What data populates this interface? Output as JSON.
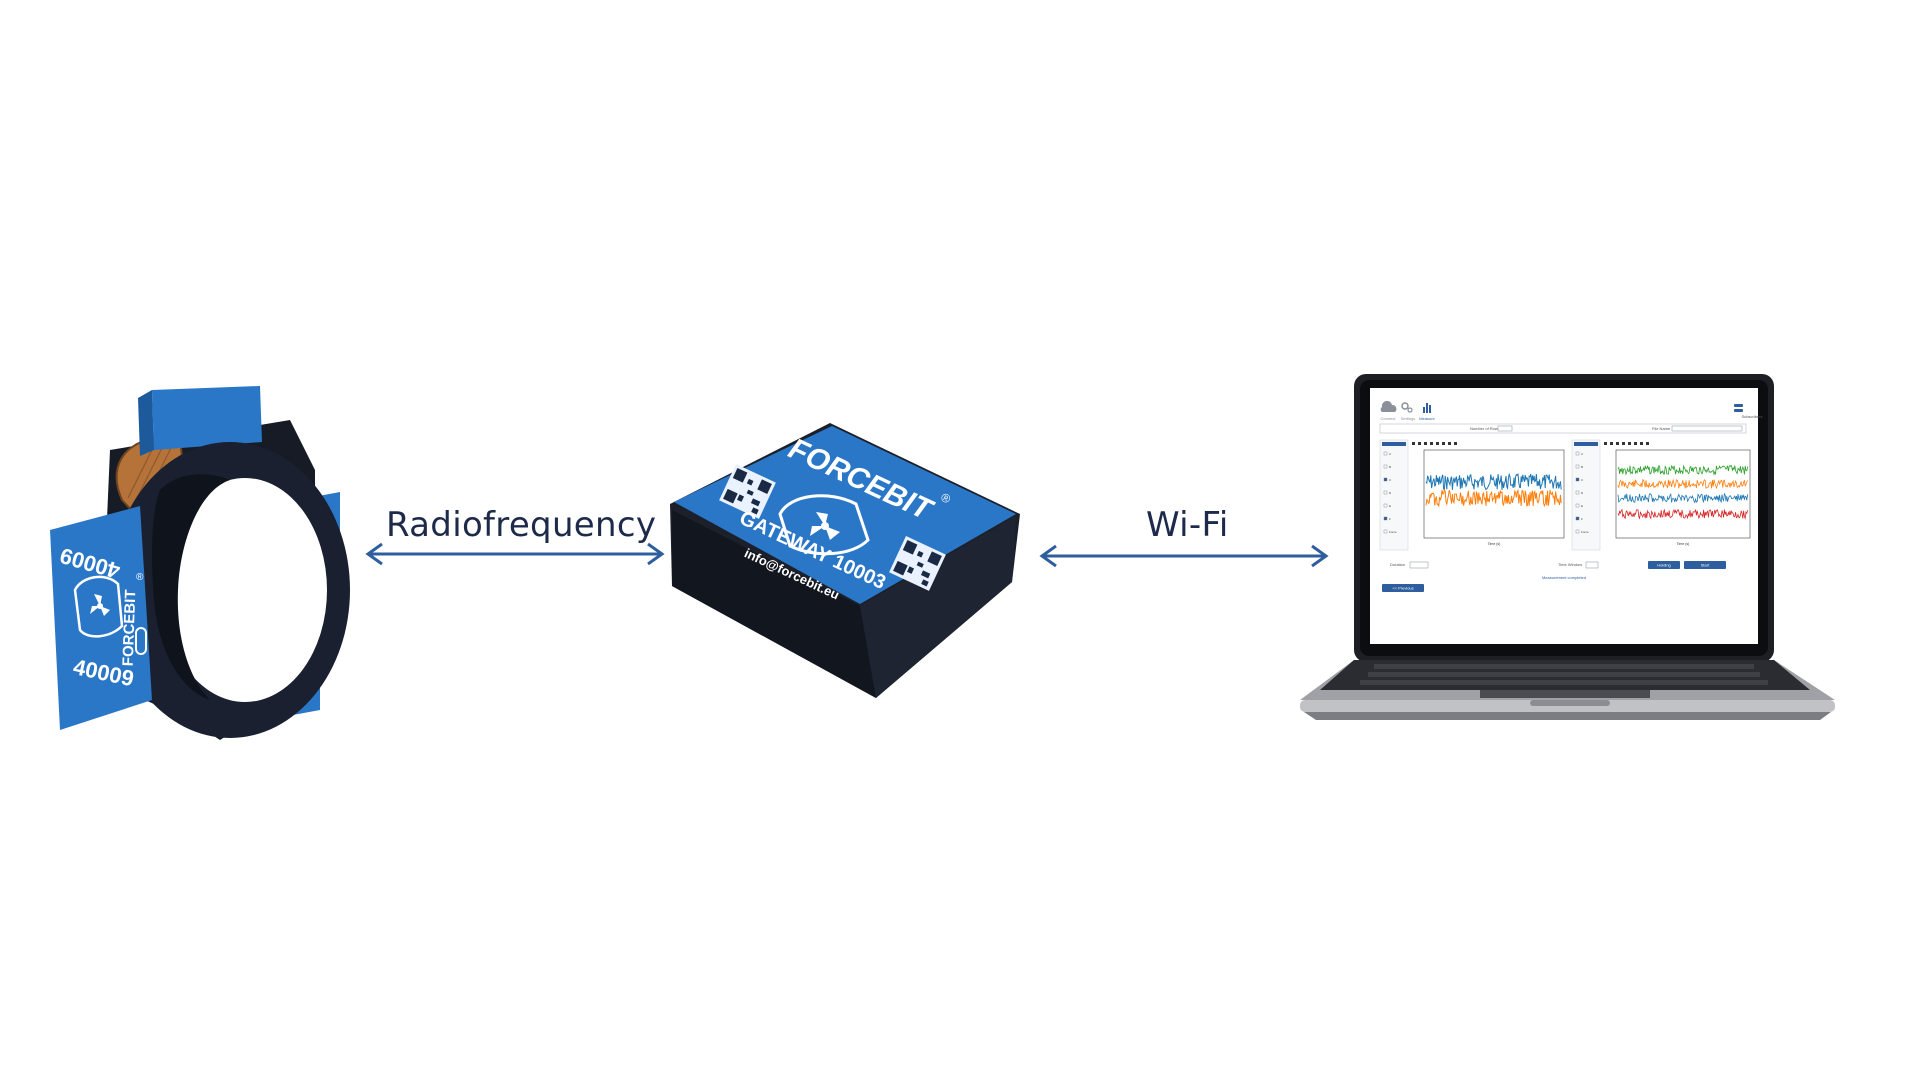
{
  "connections": {
    "left_label": "Radiofrequency",
    "right_label": "Wi-Fi"
  },
  "sensor": {
    "id_top": "40009",
    "id_bottom": "40009",
    "brand": "FORCEBIT",
    "reg": "®"
  },
  "gateway": {
    "brand": "FORCEBIT",
    "reg": "®",
    "model": "GATEWAY 10003",
    "email": "info@forcebit.eu"
  },
  "laptop_app": {
    "nav": [
      "Connect",
      "Settings",
      "Measure"
    ],
    "top_right": "Subscribers",
    "field_left": "Number of Rows",
    "field_right": "File Name",
    "left_channels": [
      "A",
      "B",
      "C",
      "D",
      "E",
      "F",
      "Force"
    ],
    "right_channels": [
      "A",
      "B",
      "C",
      "D",
      "E",
      "F",
      "Force"
    ],
    "left_xlabel": "Time (s)",
    "right_xlabel": "Time (s)",
    "duration_label": "Duration",
    "time_window_label": "Time Window",
    "button_hold": "Holding",
    "button_start": "Start",
    "status": "Measurement completed",
    "button_previous": "<< Previous"
  },
  "colors": {
    "accent": "#2f5e9e",
    "device_blue": "#2a77c8",
    "dark": "#1c2230",
    "series_blue": "#1f77b4",
    "series_orange": "#ff7f0e",
    "series_green": "#2ca02c",
    "series_red": "#d62728"
  }
}
